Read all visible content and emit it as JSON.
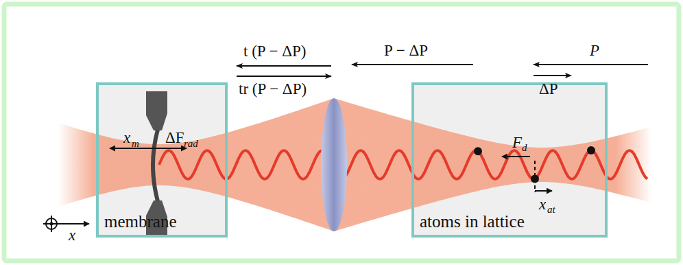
{
  "diagram": {
    "nodes": [
      {
        "text": [
          "membrane"
        ]
      },
      {
        "text": [
          "atoms in lattice"
        ]
      }
    ],
    "labels": [
      "t (P − ΔP)",
      "tr (P − ΔP)",
      "P − ΔP",
      "P",
      "ΔP",
      "x",
      "m",
      "ΔF",
      "rad",
      "F",
      "d",
      "x",
      "at",
      "x"
    ]
  }
}
